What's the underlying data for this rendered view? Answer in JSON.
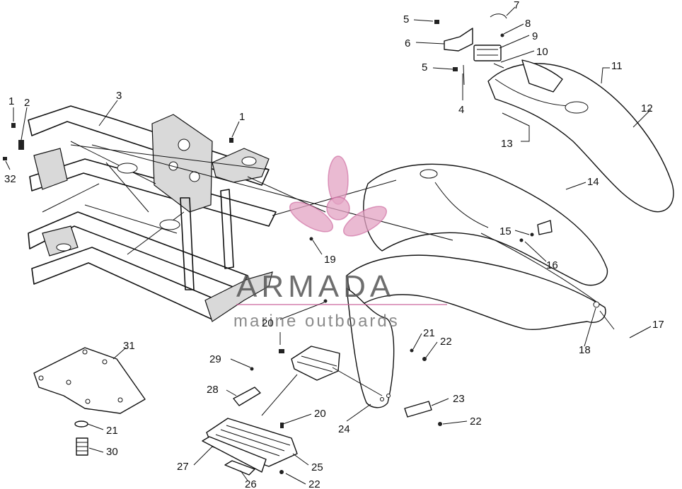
{
  "watermark": {
    "brand": "ARMADA",
    "tagline": "marine outboards",
    "logo_icon": "propeller-logo-icon",
    "logo_color": "#e3a3c3"
  },
  "callouts": [
    {
      "id": "c1a",
      "label": "1"
    },
    {
      "id": "c2",
      "label": "2"
    },
    {
      "id": "c3",
      "label": "3"
    },
    {
      "id": "c1b",
      "label": "1"
    },
    {
      "id": "c32",
      "label": "32"
    },
    {
      "id": "c5a",
      "label": "5"
    },
    {
      "id": "c7",
      "label": "7"
    },
    {
      "id": "c8",
      "label": "8"
    },
    {
      "id": "c6",
      "label": "6"
    },
    {
      "id": "c9",
      "label": "9"
    },
    {
      "id": "c10",
      "label": "10"
    },
    {
      "id": "c5b",
      "label": "5"
    },
    {
      "id": "c11",
      "label": "11"
    },
    {
      "id": "c4",
      "label": "4"
    },
    {
      "id": "c12",
      "label": "12"
    },
    {
      "id": "c13",
      "label": "13"
    },
    {
      "id": "c14",
      "label": "14"
    },
    {
      "id": "c15",
      "label": "15"
    },
    {
      "id": "c16",
      "label": "16"
    },
    {
      "id": "c19",
      "label": "19"
    },
    {
      "id": "c17",
      "label": "17"
    },
    {
      "id": "c18",
      "label": "18"
    },
    {
      "id": "c20a",
      "label": "20"
    },
    {
      "id": "c21a",
      "label": "21"
    },
    {
      "id": "c22a",
      "label": "22"
    },
    {
      "id": "c31",
      "label": "31"
    },
    {
      "id": "c29",
      "label": "29"
    },
    {
      "id": "c28",
      "label": "28"
    },
    {
      "id": "c23",
      "label": "23"
    },
    {
      "id": "c20b",
      "label": "20"
    },
    {
      "id": "c22b",
      "label": "22"
    },
    {
      "id": "c21b",
      "label": "21"
    },
    {
      "id": "c24",
      "label": "24"
    },
    {
      "id": "c30",
      "label": "30"
    },
    {
      "id": "c27",
      "label": "27"
    },
    {
      "id": "c25",
      "label": "25"
    },
    {
      "id": "c26",
      "label": "26"
    },
    {
      "id": "c22c",
      "label": "22"
    }
  ]
}
